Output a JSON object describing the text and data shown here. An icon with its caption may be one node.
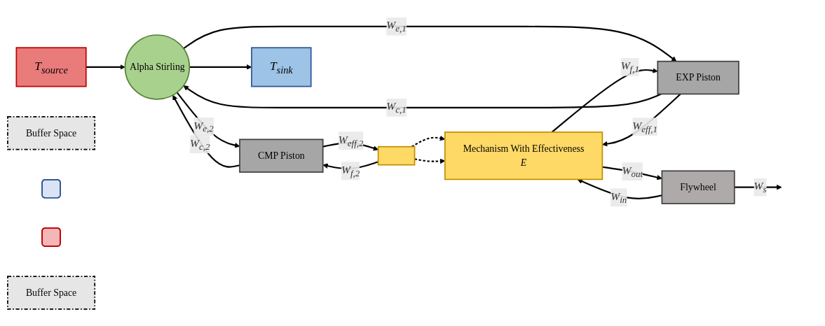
{
  "diagram": {
    "nodes": [
      {
        "text": [
          "T$_{source}$"
        ]
      },
      {
        "text": [],
        "shape": "bar"
      },
      {
        "text": [
          "Buffer Space"
        ]
      },
      {
        "text": [],
        "shape": "box"
      },
      {
        "text": [
          "CMP Piston"
        ]
      },
      {
        "text": [
          "Alpha Stirling"
        ]
      },
      {
        "text": [],
        "shape": "box"
      },
      {
        "text": [
          "EXP Piston"
        ]
      },
      {
        "text": [
          "Buffer Space"
        ]
      },
      {
        "text": [
          "Mechanism With Effectiveness",
          "E"
        ]
      },
      {
        "text": [
          "Flywheel"
        ]
      },
      {
        "text": [
          "T$_{sink}$"
        ]
      }
    ],
    "edges": [
      {
        "from": 0,
        "to": 5,
        "arrow": "to"
      },
      {
        "from": 5,
        "to": 11,
        "arrow": "to"
      },
      {
        "from": 4,
        "to": 1,
        "arrow": "to",
        "label": "W$_{eff,2}$"
      },
      {
        "from": 5,
        "to": 4,
        "arrow": "to",
        "label": "W$_{e,2}$"
      },
      {
        "from": 4,
        "to": 5,
        "arrow": "to",
        "label": "W$_{c,2}$"
      },
      {
        "from": 1,
        "to": 4,
        "arrow": "to",
        "label": "W$_{f,2}$"
      },
      {
        "from": 5,
        "to": 7,
        "arrow": "to",
        "label": "W$_{e,1}$"
      },
      {
        "from": 7,
        "to": 5,
        "arrow": "to",
        "label": "W$_{c,1}$"
      },
      {
        "from": 7,
        "to": 9,
        "arrow": "to",
        "label": "W$_{eff,1}$"
      },
      {
        "from": 9,
        "to": 7,
        "arrow": "to",
        "label": "W$_{f,1}$"
      },
      {
        "from": 9,
        "to": 10,
        "arrow": "to",
        "label": "W$_{out}$"
      },
      {
        "from": 10,
        "to": 9,
        "arrow": "to",
        "label": "W$_{in}$"
      },
      {
        "from": 10,
        "to": null,
        "arrow": "to",
        "label": "W$_{s}$"
      },
      {
        "from": 1,
        "to": 9,
        "arrow": "to",
        "style": "dashed"
      },
      {
        "from": 1,
        "to": 9,
        "arrow": "to",
        "style": "dashed"
      }
    ]
  }
}
